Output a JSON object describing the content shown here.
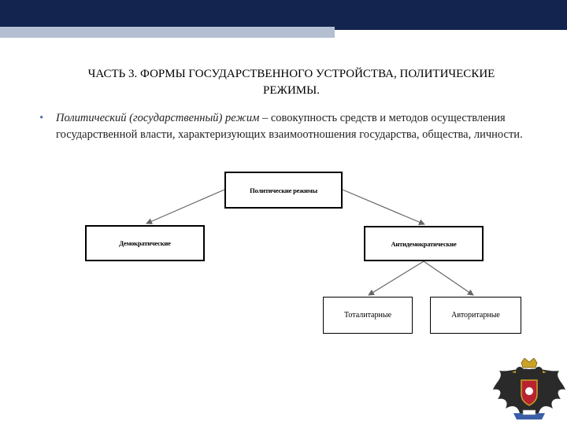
{
  "slide": {
    "title_line1": "ЧАСТЬ 3. ФОРМЫ ГОСУДАРСТВЕННОГО УСТРОЙСТВА, ПОЛИТИЧЕСКИЕ",
    "title_line2": "РЕЖИМЫ.",
    "bullet": {
      "term": "Политический (государственный) режим",
      "definition": " – совокупность средств и методов осуществления государственной власти, характеризующих взаимоотношения государства, общества, личности."
    }
  },
  "diagram": {
    "root": "Политические режимы",
    "left": "Демократические",
    "right": "Антидемократические",
    "child1": "Тоталитарные",
    "child2": "Авторитарные"
  },
  "colors": {
    "header_bar": "#13244f",
    "header_accent": "#b4c0d2",
    "bullet": "#5b78b5",
    "arrows": "#666666"
  },
  "icons": [
    "double-headed-eagle-emblem"
  ]
}
